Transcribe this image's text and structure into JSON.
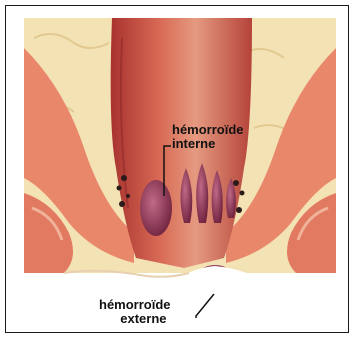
{
  "labels": {
    "internal_line1": "hémorroïde",
    "internal_line2": "interne",
    "external_line1": "hémorroïde",
    "external_line2": "externe"
  },
  "colors": {
    "tissue": "#f2dfae",
    "muscle": "#e8866d",
    "muscle_inner": "#d8694e",
    "canal": "#c8564a",
    "hemorrhoid": "#8a2f4e",
    "line": "#111111"
  }
}
